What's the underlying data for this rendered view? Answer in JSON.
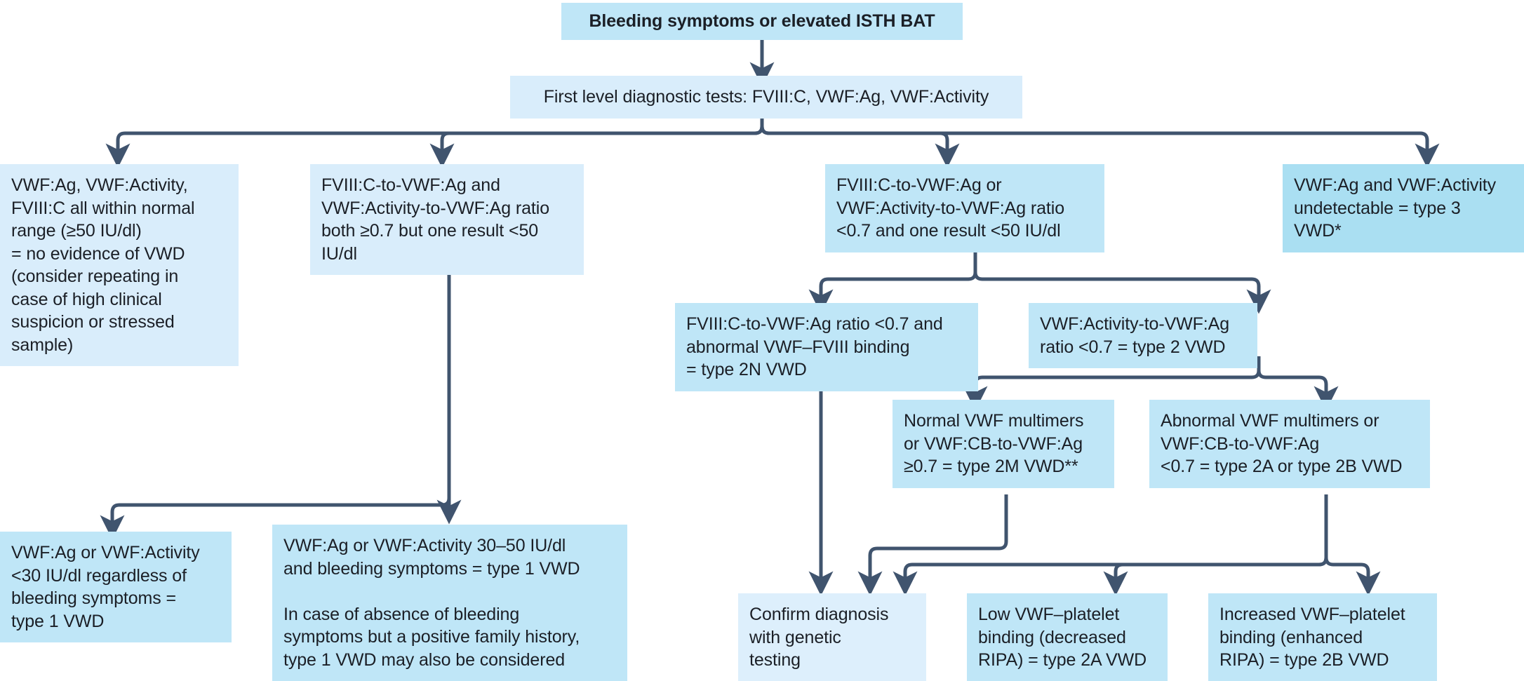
{
  "title": "Diagnostic algorithm for von Willebrand disease",
  "colors": {
    "box_standard": "#bfe6f7",
    "box_pale": "#d9edfb",
    "box_deep": "#aadff2",
    "connector": "#40546e",
    "text": "#1b1f26",
    "background": "#ffffff"
  },
  "nodes": {
    "root": "Bleeding symptoms or elevated ISTH BAT",
    "first_level": "First level diagnostic tests: FVIII:C, VWF:Ag, VWF:Activity",
    "normal_range": "VWF:Ag, VWF:Activity,\nFVIII:C all within normal\nrange (≥50 IU/dl)\n= no evidence of VWD\n(consider repeating in\ncase of high clinical\nsuspicion or stressed\nsample)",
    "ratio_both_ge07": "FVIII:C-to-VWF:Ag and\nVWF:Activity-to-VWF:Ag ratio\nboth ≥0.7 but one result <50\nIU/dl",
    "ratio_lt07": "FVIII:C-to-VWF:Ag or\nVWF:Activity-to-VWF:Ag ratio\n<0.7 and one result <50 IU/dl",
    "type3": "VWF:Ag and VWF:Activity\nundetectable = type 3\nVWD*",
    "type2n": "FVIII:C-to-VWF:Ag ratio <0.7 and\nabnormal VWF–FVIII binding\n= type 2N VWD",
    "type2": "VWF:Activity-to-VWF:Ag\nratio <0.7 = type 2 VWD",
    "type2m": "Normal VWF multimers\nor VWF:CB-to-VWF:Ag\n≥0.7 = type 2M VWD**",
    "type2a_2b": "Abnormal VWF multimers or\nVWF:CB-to-VWF:Ag\n<0.7 = type 2A or type 2B VWD",
    "type1_lt30": "VWF:Ag or VWF:Activity\n<30 IU/dl regardless of\nbleeding symptoms =\ntype 1 VWD",
    "type1_30_50": "VWF:Ag or VWF:Activity 30–50 IU/dl\nand bleeding symptoms = type 1 VWD\n\nIn case of absence of bleeding\nsymptoms but a positive family history,\ntype 1 VWD may also be considered",
    "confirm_genetic": "Confirm diagnosis\nwith genetic\ntesting",
    "type2a_ripa": "Low VWF–platelet\nbinding (decreased\nRIPA) = type 2A VWD",
    "type2b_ripa": "Increased VWF–platelet\nbinding (enhanced\nRIPA) = type 2B VWD"
  },
  "edges": [
    {
      "from": "root",
      "to": "first_level"
    },
    {
      "from": "first_level",
      "to": "normal_range"
    },
    {
      "from": "first_level",
      "to": "ratio_both_ge07"
    },
    {
      "from": "first_level",
      "to": "ratio_lt07"
    },
    {
      "from": "first_level",
      "to": "type3"
    },
    {
      "from": "ratio_both_ge07",
      "to": "type1_lt30"
    },
    {
      "from": "ratio_both_ge07",
      "to": "type1_30_50"
    },
    {
      "from": "ratio_lt07",
      "to": "type2n"
    },
    {
      "from": "ratio_lt07",
      "to": "type2"
    },
    {
      "from": "type2",
      "to": "type2m"
    },
    {
      "from": "type2",
      "to": "type2a_2b"
    },
    {
      "from": "type2n",
      "to": "confirm_genetic"
    },
    {
      "from": "type2m",
      "to": "confirm_genetic"
    },
    {
      "from": "type2a_2b",
      "to": "confirm_genetic"
    },
    {
      "from": "type2a_2b",
      "to": "type2a_ripa"
    },
    {
      "from": "type2a_2b",
      "to": "type2b_ripa"
    }
  ]
}
